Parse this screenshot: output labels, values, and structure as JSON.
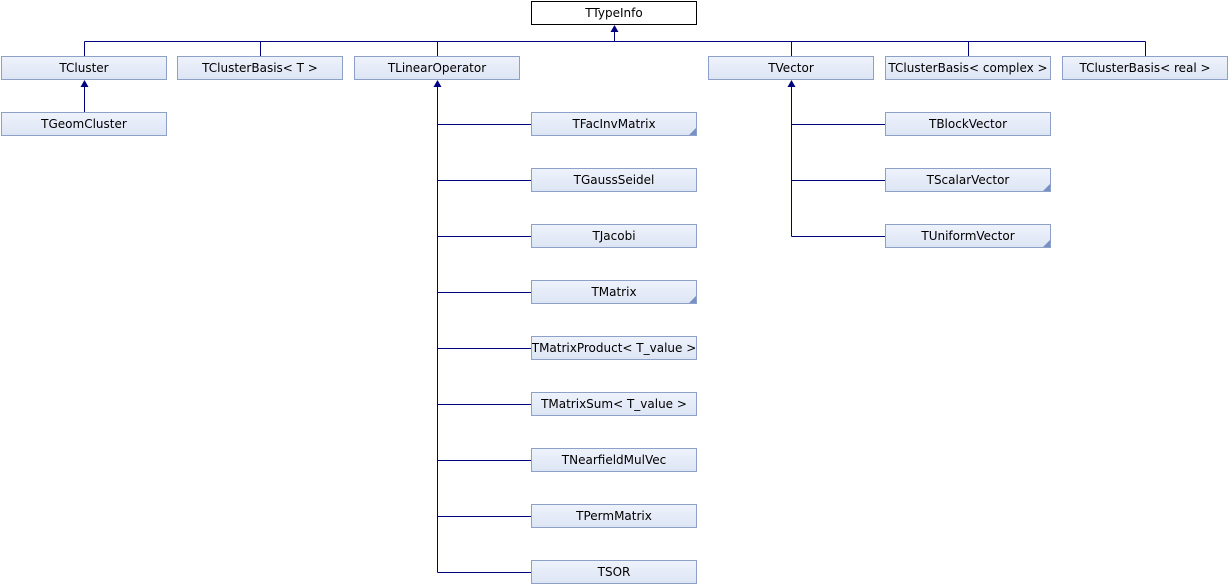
{
  "diagram": {
    "type": "class-hierarchy",
    "line_color": "#000080",
    "node_border_color": "#8ca0c8",
    "node_fill_color": "#e4eaf7",
    "nodes": [
      {
        "id": "ttypeinfo",
        "label": "TTypeInfo",
        "root": true
      },
      {
        "id": "tcluster",
        "label": "TCluster",
        "parent": "ttypeinfo"
      },
      {
        "id": "tclusterbasis-t",
        "label": "TClusterBasis< T >",
        "parent": "ttypeinfo"
      },
      {
        "id": "tlinearoperator",
        "label": "TLinearOperator",
        "parent": "ttypeinfo"
      },
      {
        "id": "tvector",
        "label": "TVector",
        "parent": "ttypeinfo"
      },
      {
        "id": "tclusterbasis-complex",
        "label": "TClusterBasis< complex >",
        "parent": "ttypeinfo"
      },
      {
        "id": "tclusterbasis-real",
        "label": "TClusterBasis< real >",
        "parent": "ttypeinfo"
      },
      {
        "id": "tgeomcluster",
        "label": "TGeomCluster",
        "parent": "tcluster"
      },
      {
        "id": "tfacinvmatrix",
        "label": "TFacInvMatrix",
        "parent": "tlinearoperator",
        "has_more": true
      },
      {
        "id": "tgaussseidel",
        "label": "TGaussSeidel",
        "parent": "tlinearoperator"
      },
      {
        "id": "tjacobi",
        "label": "TJacobi",
        "parent": "tlinearoperator"
      },
      {
        "id": "tmatrix",
        "label": "TMatrix",
        "parent": "tlinearoperator",
        "has_more": true
      },
      {
        "id": "tmatrixproduct",
        "label": "TMatrixProduct< T_value >",
        "parent": "tlinearoperator"
      },
      {
        "id": "tmatrixsum",
        "label": "TMatrixSum< T_value >",
        "parent": "tlinearoperator"
      },
      {
        "id": "tnearfieldmulvec",
        "label": "TNearfieldMulVec",
        "parent": "tlinearoperator"
      },
      {
        "id": "tpermmatrix",
        "label": "TPermMatrix",
        "parent": "tlinearoperator"
      },
      {
        "id": "tsor",
        "label": "TSOR",
        "parent": "tlinearoperator"
      },
      {
        "id": "tblockvector",
        "label": "TBlockVector",
        "parent": "tvector"
      },
      {
        "id": "tscalarvector",
        "label": "TScalarVector",
        "parent": "tvector",
        "has_more": true
      },
      {
        "id": "tuniformvector",
        "label": "TUniformVector",
        "parent": "tvector",
        "has_more": true
      }
    ]
  }
}
